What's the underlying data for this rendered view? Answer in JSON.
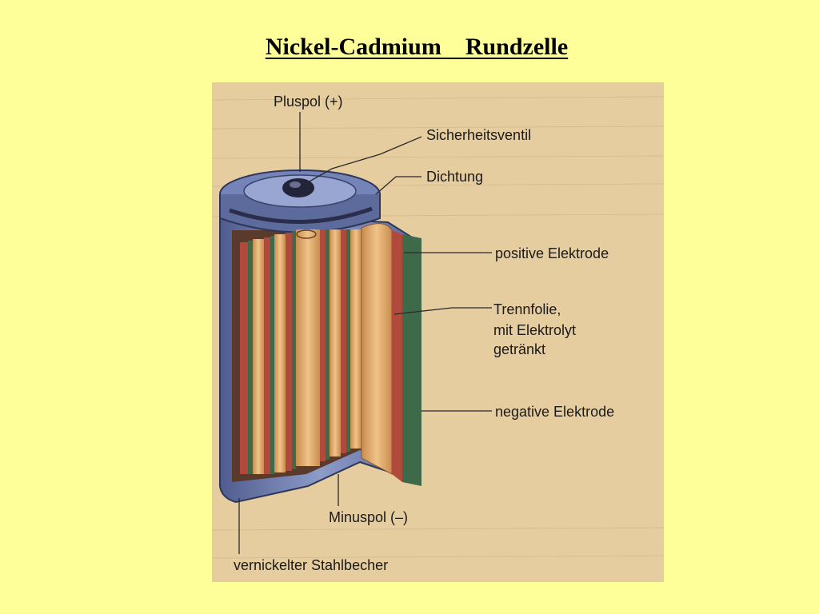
{
  "slide": {
    "title": "Nickel-Cadmium    Rundzelle",
    "background_color": "#ffff99"
  },
  "diagram": {
    "panel_color": "#e6cda0",
    "labels": {
      "pluspol": "Pluspol (+)",
      "sicherheitsventil": "Sicherheitsventil",
      "dichtung": "Dichtung",
      "positive_elektrode": "positive Elektrode",
      "trennfolie_line1": "Trennfolie,",
      "trennfolie_line2": "mit Elektrolyt",
      "trennfolie_line3": "getränkt",
      "negative_elektrode": "negative Elektrode",
      "minuspol": "Minuspol (–)",
      "stahlbecher": "vernickelter Stahlbecher"
    },
    "colors": {
      "casing": "#6f7fb0",
      "electrode_positive": "#b04a3c",
      "electrode_negative": "#3f6a4a",
      "separator": "#d9a466"
    }
  }
}
